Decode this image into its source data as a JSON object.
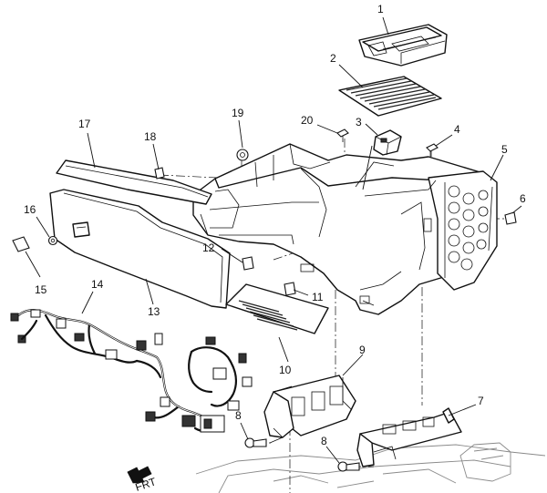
{
  "callouts": {
    "c1": "1",
    "c2": "2",
    "c3": "3",
    "c4": "4",
    "c5": "5",
    "c6": "6",
    "c7": "7",
    "c8a": "8",
    "c8b": "8",
    "c9": "9",
    "c10": "10",
    "c11": "11",
    "c12": "12",
    "c13": "13",
    "c14": "14",
    "c15": "15",
    "c16": "16",
    "c17": "17",
    "c18": "18",
    "c19": "19",
    "c20": "20"
  },
  "front_indicator": {
    "label": "FRT"
  }
}
